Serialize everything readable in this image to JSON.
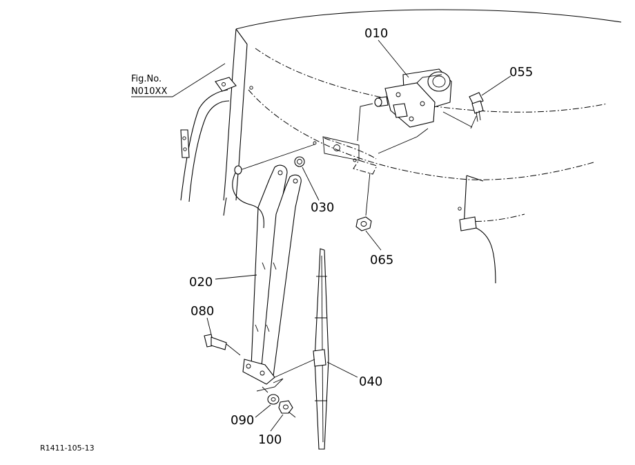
{
  "figure": {
    "fig_label": "Fig.No.",
    "fig_number": "N010XX",
    "reference_code": "R1411-105-13"
  },
  "callouts": [
    {
      "id": "010",
      "text": "010"
    },
    {
      "id": "055",
      "text": "055"
    },
    {
      "id": "030",
      "text": "030"
    },
    {
      "id": "065",
      "text": "065"
    },
    {
      "id": "020",
      "text": "020"
    },
    {
      "id": "080",
      "text": "080"
    },
    {
      "id": "040",
      "text": "040"
    },
    {
      "id": "090",
      "text": "090"
    },
    {
      "id": "100",
      "text": "100"
    }
  ]
}
